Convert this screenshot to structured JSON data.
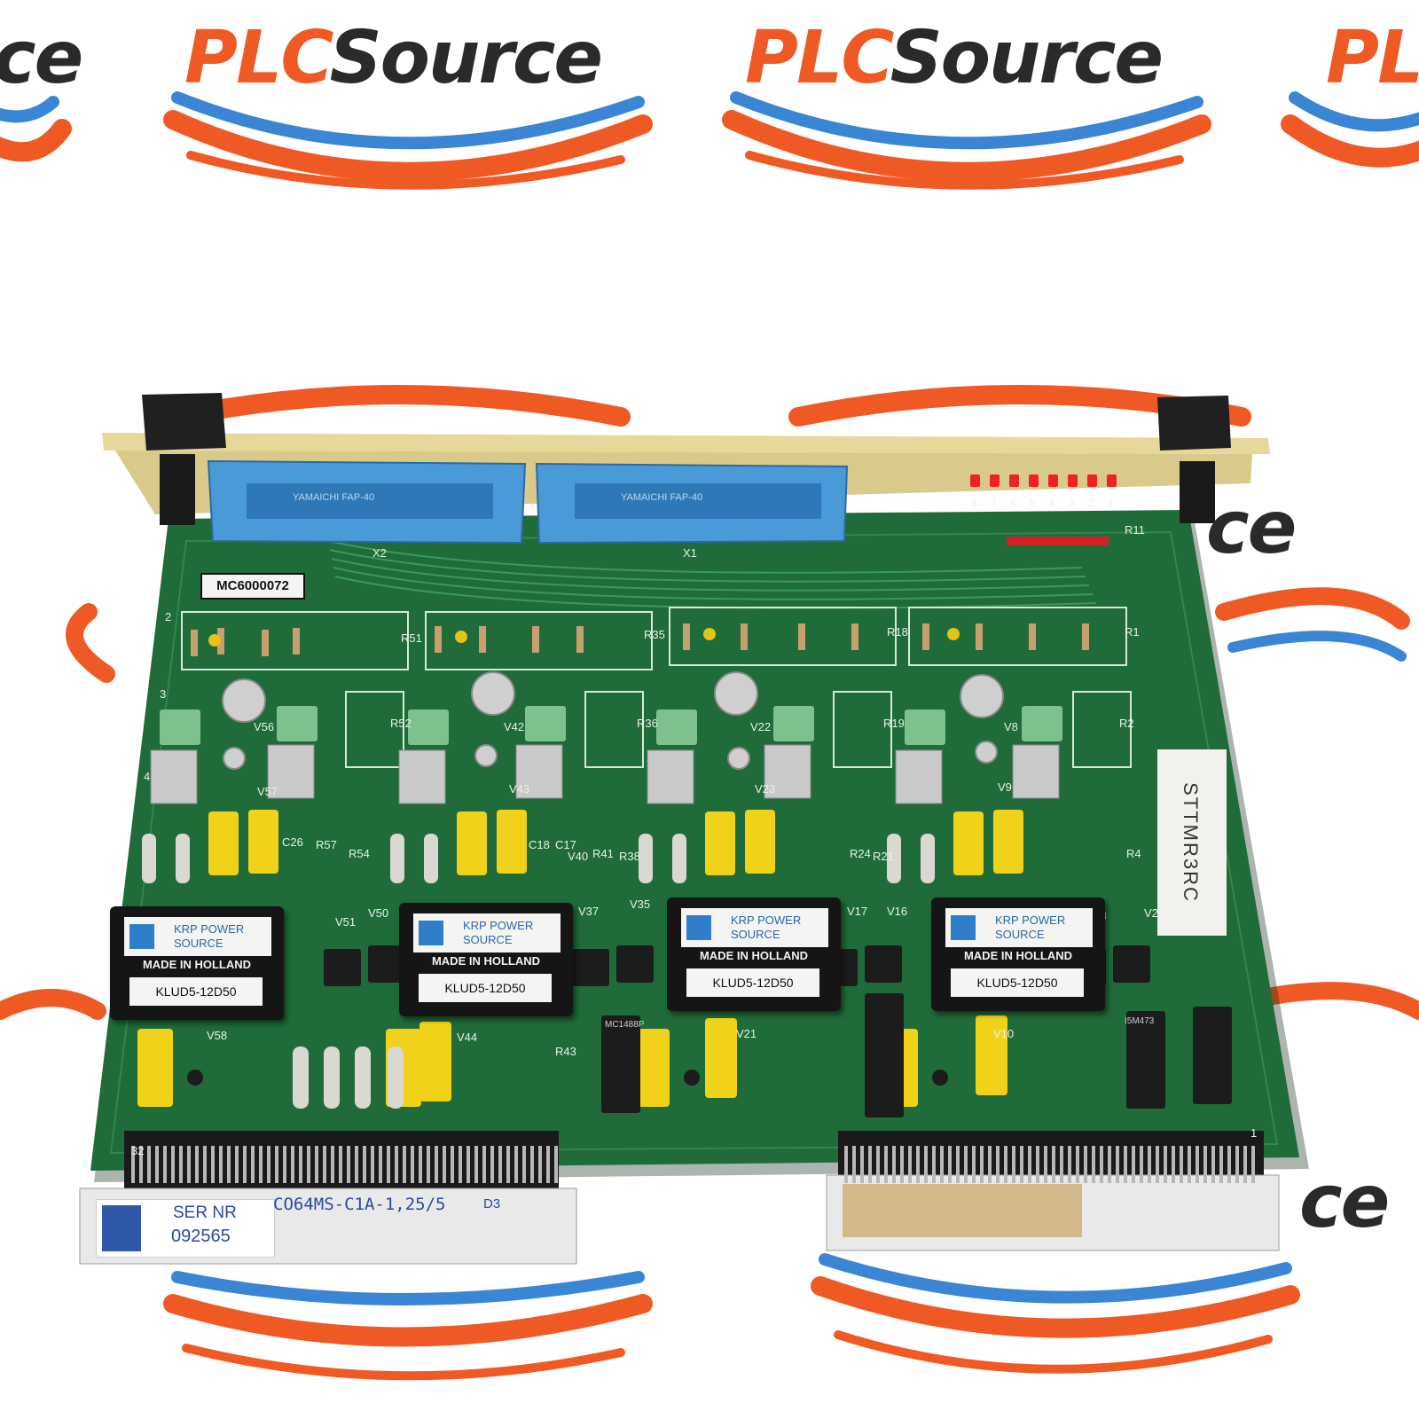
{
  "watermark": {
    "brand_plc": "PLC",
    "brand_source": "Source",
    "edge_left": "ce",
    "edge_right": "PL",
    "edge_ce_right_top": "ce",
    "edge_ce_right_bottom": "ce"
  },
  "board": {
    "part_label": "MC6000072",
    "side_label": "STTMR3RC",
    "connector_x2": "X2",
    "connector_x1": "X1",
    "connector_brand": "YAMAICHI  FAP-40",
    "serial_label": "SER NR",
    "serial_number": "092565",
    "model_code": "CO64MS-C1A-1,25/5",
    "revision": "D3",
    "led_numbers": [
      "8",
      "7",
      "6",
      "5",
      "4",
      "3",
      "2",
      "1"
    ],
    "modules": [
      {
        "brand_line1": "KRP POWER",
        "brand_line2": "SOURCE",
        "origin": "MADE IN HOLLAND",
        "model": "KLUD5-12D50"
      },
      {
        "brand_line1": "KRP POWER",
        "brand_line2": "SOURCE",
        "origin": "MADE IN HOLLAND",
        "model": "KLUD5-12D50"
      },
      {
        "brand_line1": "KRP POWER",
        "brand_line2": "SOURCE",
        "origin": "MADE IN HOLLAND",
        "model": "KLUD5-12D50"
      },
      {
        "brand_line1": "KRP POWER",
        "brand_line2": "SOURCE",
        "origin": "MADE IN HOLLAND",
        "model": "KLUD5-12D50"
      }
    ],
    "silkscreen": [
      "R51",
      "R35",
      "R18",
      "R1",
      "R52",
      "R36",
      "R19",
      "R2",
      "V56",
      "V42",
      "V22",
      "V8",
      "V57",
      "V43",
      "V23",
      "V9",
      "C26",
      "R57",
      "R54",
      "C18",
      "C17",
      "V40",
      "R41",
      "R38",
      "R24",
      "R21",
      "R4",
      "V51",
      "V50",
      "V37",
      "V35",
      "V17",
      "V16",
      "V3",
      "V2",
      "V58",
      "V44",
      "V21",
      "V10",
      "R43",
      "2",
      "3",
      "4",
      "8",
      "32",
      "1",
      "R11"
    ],
    "chip_marks": [
      "MC1488P",
      "I5M473"
    ],
    "colors": {
      "pcb": "#1f6b3a",
      "faceplate": "#d9c98a",
      "connector": "#4a9ad8",
      "brand_orange": "#ef5a24"
    }
  }
}
